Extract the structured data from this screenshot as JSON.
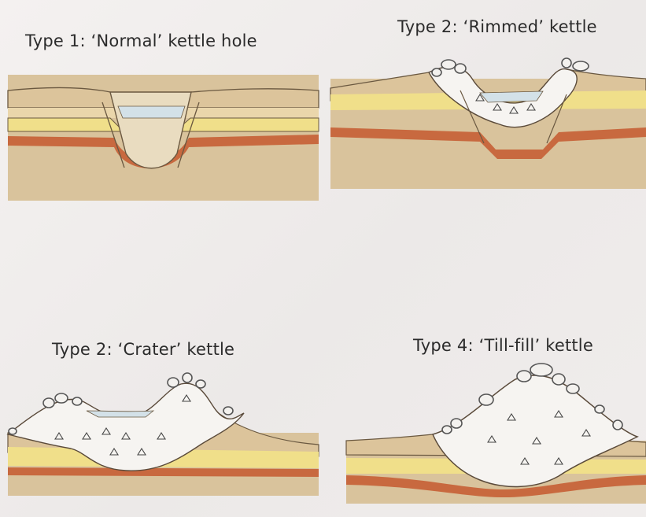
{
  "panels": [
    {
      "id": "p1",
      "title": "Type 1: ‘Normal’ kettle hole"
    },
    {
      "id": "p2",
      "title": "Type 2: ‘Rimmed’ kettle"
    },
    {
      "id": "p3",
      "title": "Type 2: ‘Crater’ kettle"
    },
    {
      "id": "p4",
      "title": "Type 4: ‘Till-fill’ kettle"
    }
  ],
  "colors": {
    "background": "#f1eeed",
    "tan_layer": "#dcc49b",
    "pale_layer": "#ead6ab",
    "yellow_layer": "#f0df8a",
    "red_layer": "#c8693f",
    "lower_tan": "#d9c39c",
    "water": "#d3e1e8",
    "till": "#f6f4f1",
    "outline": "#5a4a3a"
  }
}
